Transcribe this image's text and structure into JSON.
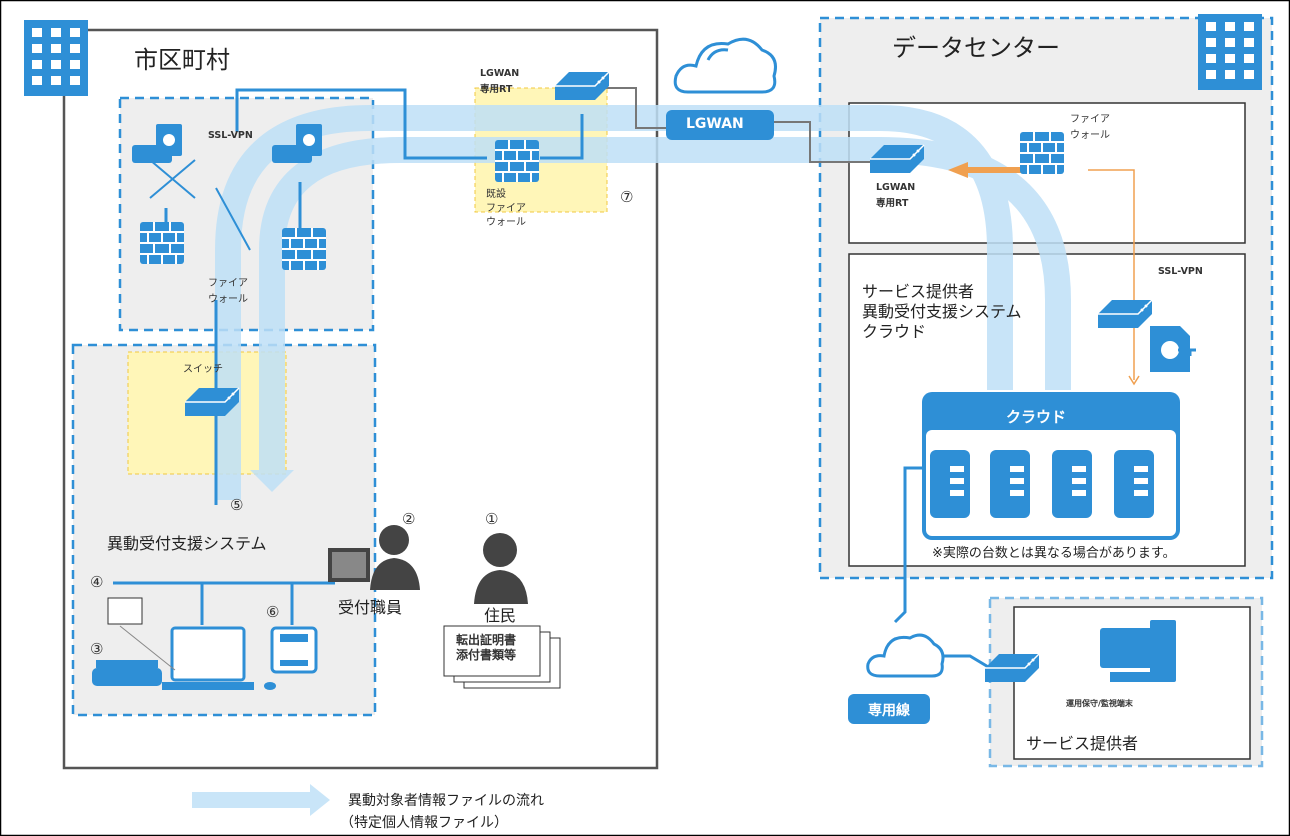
{
  "municipality": {
    "title": "市区町村",
    "vpn_label": "SSL-VPN",
    "firewall_label": "ファイア\nウォール",
    "switch_label": "スイッチ",
    "system_label": "異動受付支援システム",
    "staff_label": "受付職員",
    "resident_label": "住民",
    "document_label": "転出証明書\n添付書類等",
    "lgwan_rt_label": "LGWAN\n専用RT",
    "stage2_fw_label": "既設\nファイア\nウォール"
  },
  "numbers": [
    "①",
    "②",
    "③",
    "④",
    "⑤",
    "⑥",
    "⑦"
  ],
  "network": {
    "lgwan_label": "LGWAN",
    "dedicated_line_label": "専用線"
  },
  "datacenter": {
    "title": "データセンター",
    "firewall_label": "ファイア\nウォール",
    "lgwan_rt_label": "LGWAN\n専用RT",
    "cloud_box_label": "サービス提供者\n異動受付支援システム\nクラウド",
    "vpn_label": "SSL-VPN",
    "cloud_label": "クラウド",
    "note": "※実際の台数とは異なる場合があります。"
  },
  "provider": {
    "terminal_label": "運用保守/監視端末",
    "title": "サービス提供者"
  },
  "legend": {
    "line1": "異動対象者情報ファイルの流れ",
    "line2": "（特定個人情報ファイル）"
  },
  "colors": {
    "primary": "#2e8fd6",
    "flow": "#bfe0f7",
    "highlight": "#fff6b8",
    "orange": "#f0a050",
    "zone_bg": "#eeeeee"
  }
}
